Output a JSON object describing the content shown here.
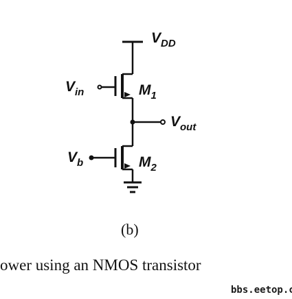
{
  "diagram": {
    "labels": {
      "vdd_main": "V",
      "vdd_sub": "DD",
      "vin_main": "V",
      "vin_sub": "in",
      "m1_main": "M",
      "m1_sub": "1",
      "vout_main": "V",
      "vout_sub": "out",
      "vb_main": "V",
      "vb_sub": "b",
      "m2_main": "M",
      "m2_sub": "2"
    },
    "subfigure_label": "(b)",
    "caption_fragment": "ower using an NMOS transistor",
    "watermark": "bbs.eetop.cn"
  }
}
